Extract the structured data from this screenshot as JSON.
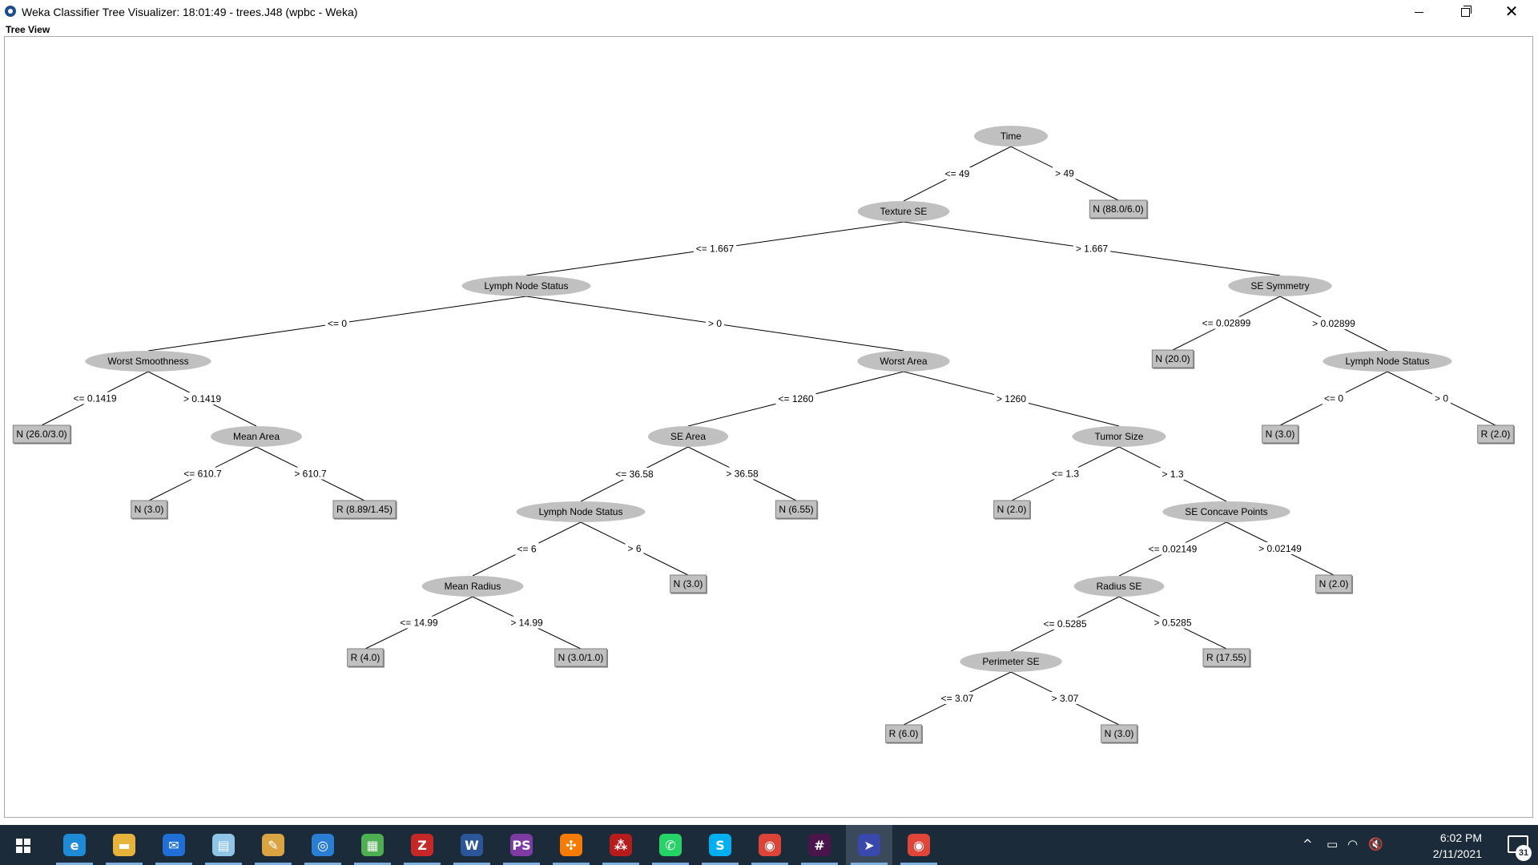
{
  "window": {
    "title": "Weka Classifier Tree Visualizer: 18:01:49 - trees.J48 (wpbc - Weka)",
    "close_glyph": "✕"
  },
  "view_label": "Tree View",
  "tree": {
    "colors": {
      "node_fill": "#c0c0c0",
      "leaf_fill": "#c0c0c0",
      "line": "#000000"
    },
    "nodes": [
      {
        "id": "n0",
        "label": "Time",
        "type": "internal"
      },
      {
        "id": "n1",
        "label": "Texture SE",
        "type": "internal"
      },
      {
        "id": "n2",
        "label": "N (88.0/6.0)",
        "type": "leaf"
      },
      {
        "id": "n3",
        "label": "Lymph Node Status",
        "type": "internal"
      },
      {
        "id": "n4",
        "label": "SE Symmetry",
        "type": "internal"
      },
      {
        "id": "n5",
        "label": "Worst Smoothness",
        "type": "internal"
      },
      {
        "id": "n6",
        "label": "Worst Area",
        "type": "internal"
      },
      {
        "id": "n7",
        "label": "N (20.0)",
        "type": "leaf"
      },
      {
        "id": "n8",
        "label": "Lymph Node Status",
        "type": "internal"
      },
      {
        "id": "n9",
        "label": "N (26.0/3.0)",
        "type": "leaf"
      },
      {
        "id": "n10",
        "label": "Mean Area",
        "type": "internal"
      },
      {
        "id": "n11",
        "label": "SE Area",
        "type": "internal"
      },
      {
        "id": "n12",
        "label": "Tumor Size",
        "type": "internal"
      },
      {
        "id": "n13",
        "label": "N (3.0)",
        "type": "leaf"
      },
      {
        "id": "n14",
        "label": "R (2.0)",
        "type": "leaf"
      },
      {
        "id": "n15",
        "label": "N (3.0)",
        "type": "leaf"
      },
      {
        "id": "n16",
        "label": "R (8.89/1.45)",
        "type": "leaf"
      },
      {
        "id": "n17",
        "label": "Lymph Node Status",
        "type": "internal"
      },
      {
        "id": "n18",
        "label": "N (6.55)",
        "type": "leaf"
      },
      {
        "id": "n19",
        "label": "N (2.0)",
        "type": "leaf"
      },
      {
        "id": "n20",
        "label": "SE Concave Points",
        "type": "internal"
      },
      {
        "id": "n21",
        "label": "Mean Radius",
        "type": "internal"
      },
      {
        "id": "n22",
        "label": "N (3.0)",
        "type": "leaf"
      },
      {
        "id": "n23",
        "label": "Radius SE",
        "type": "internal"
      },
      {
        "id": "n24",
        "label": "N (2.0)",
        "type": "leaf"
      },
      {
        "id": "n25",
        "label": "R (4.0)",
        "type": "leaf"
      },
      {
        "id": "n26",
        "label": "N (3.0/1.0)",
        "type": "leaf"
      },
      {
        "id": "n27",
        "label": "Perimeter SE",
        "type": "internal"
      },
      {
        "id": "n28",
        "label": "R (17.55)",
        "type": "leaf"
      },
      {
        "id": "n29",
        "label": "R (6.0)",
        "type": "leaf"
      },
      {
        "id": "n30",
        "label": "N (3.0)",
        "type": "leaf"
      }
    ],
    "edges": [
      {
        "from": "n0",
        "to": "n1",
        "label": "<= 49"
      },
      {
        "from": "n0",
        "to": "n2",
        "label": "> 49"
      },
      {
        "from": "n1",
        "to": "n3",
        "label": "<= 1.667"
      },
      {
        "from": "n1",
        "to": "n4",
        "label": "> 1.667"
      },
      {
        "from": "n3",
        "to": "n5",
        "label": "<= 0"
      },
      {
        "from": "n3",
        "to": "n6",
        "label": "> 0"
      },
      {
        "from": "n4",
        "to": "n7",
        "label": "<= 0.02899"
      },
      {
        "from": "n4",
        "to": "n8",
        "label": "> 0.02899"
      },
      {
        "from": "n5",
        "to": "n9",
        "label": "<= 0.1419"
      },
      {
        "from": "n5",
        "to": "n10",
        "label": "> 0.1419"
      },
      {
        "from": "n6",
        "to": "n11",
        "label": "<= 1260"
      },
      {
        "from": "n6",
        "to": "n12",
        "label": "> 1260"
      },
      {
        "from": "n8",
        "to": "n13",
        "label": "<= 0"
      },
      {
        "from": "n8",
        "to": "n14",
        "label": "> 0"
      },
      {
        "from": "n10",
        "to": "n15",
        "label": "<= 610.7"
      },
      {
        "from": "n10",
        "to": "n16",
        "label": "> 610.7"
      },
      {
        "from": "n11",
        "to": "n17",
        "label": "<= 36.58"
      },
      {
        "from": "n11",
        "to": "n18",
        "label": "> 36.58"
      },
      {
        "from": "n12",
        "to": "n19",
        "label": "<= 1.3"
      },
      {
        "from": "n12",
        "to": "n20",
        "label": "> 1.3"
      },
      {
        "from": "n17",
        "to": "n21",
        "label": "<= 6"
      },
      {
        "from": "n17",
        "to": "n22",
        "label": "> 6"
      },
      {
        "from": "n20",
        "to": "n23",
        "label": "<= 0.02149"
      },
      {
        "from": "n20",
        "to": "n24",
        "label": "> 0.02149"
      },
      {
        "from": "n21",
        "to": "n25",
        "label": "<= 14.99"
      },
      {
        "from": "n21",
        "to": "n26",
        "label": "> 14.99"
      },
      {
        "from": "n23",
        "to": "n27",
        "label": "<= 0.5285"
      },
      {
        "from": "n23",
        "to": "n28",
        "label": "> 0.5285"
      },
      {
        "from": "n27",
        "to": "n29",
        "label": "<= 3.07"
      },
      {
        "from": "n27",
        "to": "n30",
        "label": "> 3.07"
      }
    ]
  },
  "taskbar": {
    "apps": [
      {
        "name": "edge-icon",
        "glyph": "e",
        "color": "#1f8ad6",
        "active": false
      },
      {
        "name": "file-explorer-icon",
        "glyph": "▬",
        "color": "#e8b33a",
        "active": false
      },
      {
        "name": "mail-icon",
        "glyph": "✉",
        "color": "#1f6fd6",
        "active": false
      },
      {
        "name": "notepad-icon",
        "glyph": "▤",
        "color": "#8fc3e8",
        "active": false
      },
      {
        "name": "paint-icon",
        "glyph": "✎",
        "color": "#d9a441",
        "active": false
      },
      {
        "name": "browser-icon",
        "glyph": "◎",
        "color": "#2a7fd4",
        "active": false
      },
      {
        "name": "image-editor-icon",
        "glyph": "▦",
        "color": "#4caf50",
        "active": false
      },
      {
        "name": "filezilla-icon",
        "glyph": "Z",
        "color": "#c62828",
        "active": false
      },
      {
        "name": "word-icon",
        "glyph": "W",
        "color": "#2b579a",
        "active": false
      },
      {
        "name": "phpstorm-icon",
        "glyph": "PS",
        "color": "#7e3ba3",
        "active": false
      },
      {
        "name": "xampp-icon",
        "glyph": "✣",
        "color": "#f57c00",
        "active": false
      },
      {
        "name": "mendeley-icon",
        "glyph": "⁂",
        "color": "#b71c1c",
        "active": false
      },
      {
        "name": "whatsapp-icon",
        "glyph": "✆",
        "color": "#25d366",
        "active": false
      },
      {
        "name": "skype-icon",
        "glyph": "S",
        "color": "#00aff0",
        "active": false
      },
      {
        "name": "chrome-profile-icon",
        "glyph": "◉",
        "color": "#db4437",
        "active": false
      },
      {
        "name": "slack-icon",
        "glyph": "#",
        "color": "#4a154b",
        "active": false
      },
      {
        "name": "weka-icon",
        "glyph": "➤",
        "color": "#3949ab",
        "active": true
      },
      {
        "name": "chrome-icon",
        "glyph": "◉",
        "color": "#e0453a",
        "active": false
      }
    ],
    "tray": {
      "chevron": "^",
      "battery": "▭",
      "wifi": "◠",
      "volume": "🔇",
      "time": "6:02 PM",
      "date": "2/11/2021",
      "notification_count": "31"
    }
  }
}
